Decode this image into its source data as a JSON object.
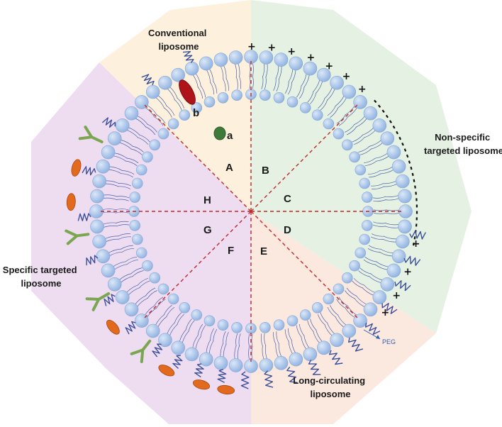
{
  "colors": {
    "conventional": "#fdf1dd",
    "nonspecific": "#e5f1e2",
    "longcirc": "#fbe9e0",
    "specific": "#eedcf1",
    "head": "#a9c6ec",
    "head_stroke": "#86a8d6",
    "tail": "#4a62a8",
    "divider": "#c0262b",
    "antibody": "#7aa650",
    "ligand": "#e26a1f",
    "peg": "#3a4f9a"
  },
  "labels": {
    "conventional": [
      "Conventional",
      "liposome"
    ],
    "nonspecific": [
      "Non-specific",
      "targeted liposome"
    ],
    "specific": [
      "Specific targeted",
      "liposome"
    ],
    "longcirc": [
      "Long-circulating",
      "liposome"
    ],
    "peg": "PEG"
  },
  "segments": [
    "A",
    "B",
    "C",
    "D",
    "E",
    "F",
    "G",
    "H"
  ],
  "markers": {
    "a": "a",
    "b": "b"
  },
  "charges": {
    "plus": "+"
  }
}
